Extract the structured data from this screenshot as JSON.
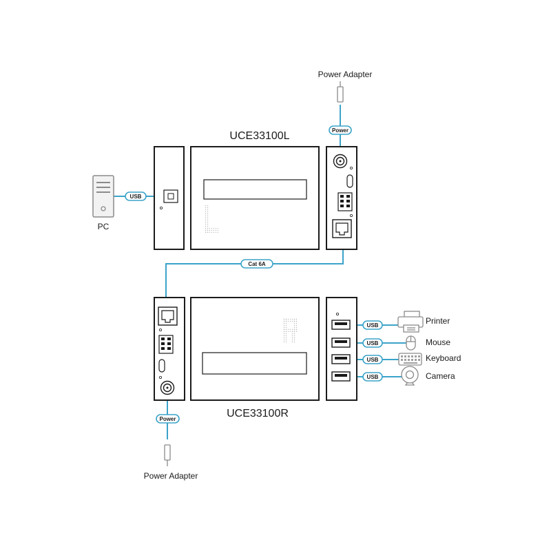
{
  "local_unit": {
    "model": "UCE33100L",
    "mark": "L"
  },
  "remote_unit": {
    "model": "UCE33100R",
    "mark": "R"
  },
  "pc": {
    "label": "PC",
    "cable": "USB"
  },
  "link": {
    "cable": "Cat 6A"
  },
  "power_top": {
    "label": "Power Adapter",
    "cable": "Power"
  },
  "power_bottom": {
    "label": "Power Adapter",
    "cable": "Power"
  },
  "devices": [
    {
      "label": "Printer",
      "cable": "USB",
      "icon": "printer-icon"
    },
    {
      "label": "Mouse",
      "cable": "USB",
      "icon": "mouse-icon"
    },
    {
      "label": "Keyboard",
      "cable": "USB",
      "icon": "keyboard-icon"
    },
    {
      "label": "Camera",
      "cable": "USB",
      "icon": "camera-icon"
    }
  ],
  "colors": {
    "cable": "#3ba3c9",
    "outline": "#1a1a1a",
    "gray": "#8a8a8a"
  }
}
